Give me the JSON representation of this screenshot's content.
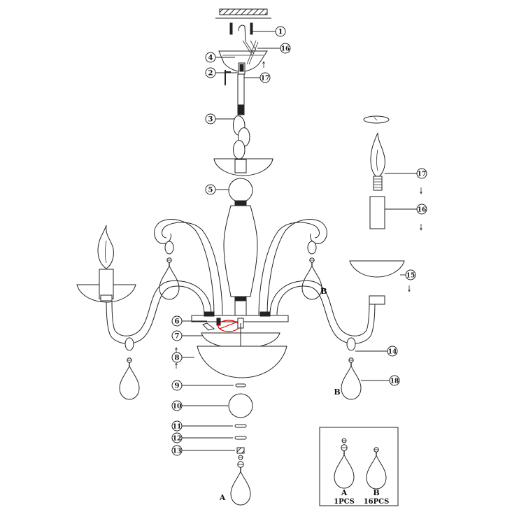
{
  "callouts": [
    {
      "number": "1"
    },
    {
      "number": "2"
    },
    {
      "number": "3"
    },
    {
      "number": "4"
    },
    {
      "number": "5"
    },
    {
      "number": "6"
    },
    {
      "number": "7"
    },
    {
      "number": "8"
    },
    {
      "number": "9"
    },
    {
      "number": "10"
    },
    {
      "number": "11"
    },
    {
      "number": "12"
    },
    {
      "number": "13"
    },
    {
      "number": "14"
    },
    {
      "number": "15"
    },
    {
      "number": "16"
    },
    {
      "number": "17"
    },
    {
      "number": "18"
    },
    {
      "number": "16"
    },
    {
      "number": "17"
    }
  ],
  "letters": {
    "b_arm_right": "B",
    "b_crystal_right": "B",
    "a_bottom": "A"
  },
  "legend": {
    "a_letter": "A",
    "a_qty": "1PCS",
    "b_letter": "B",
    "b_qty": "16PCS"
  }
}
